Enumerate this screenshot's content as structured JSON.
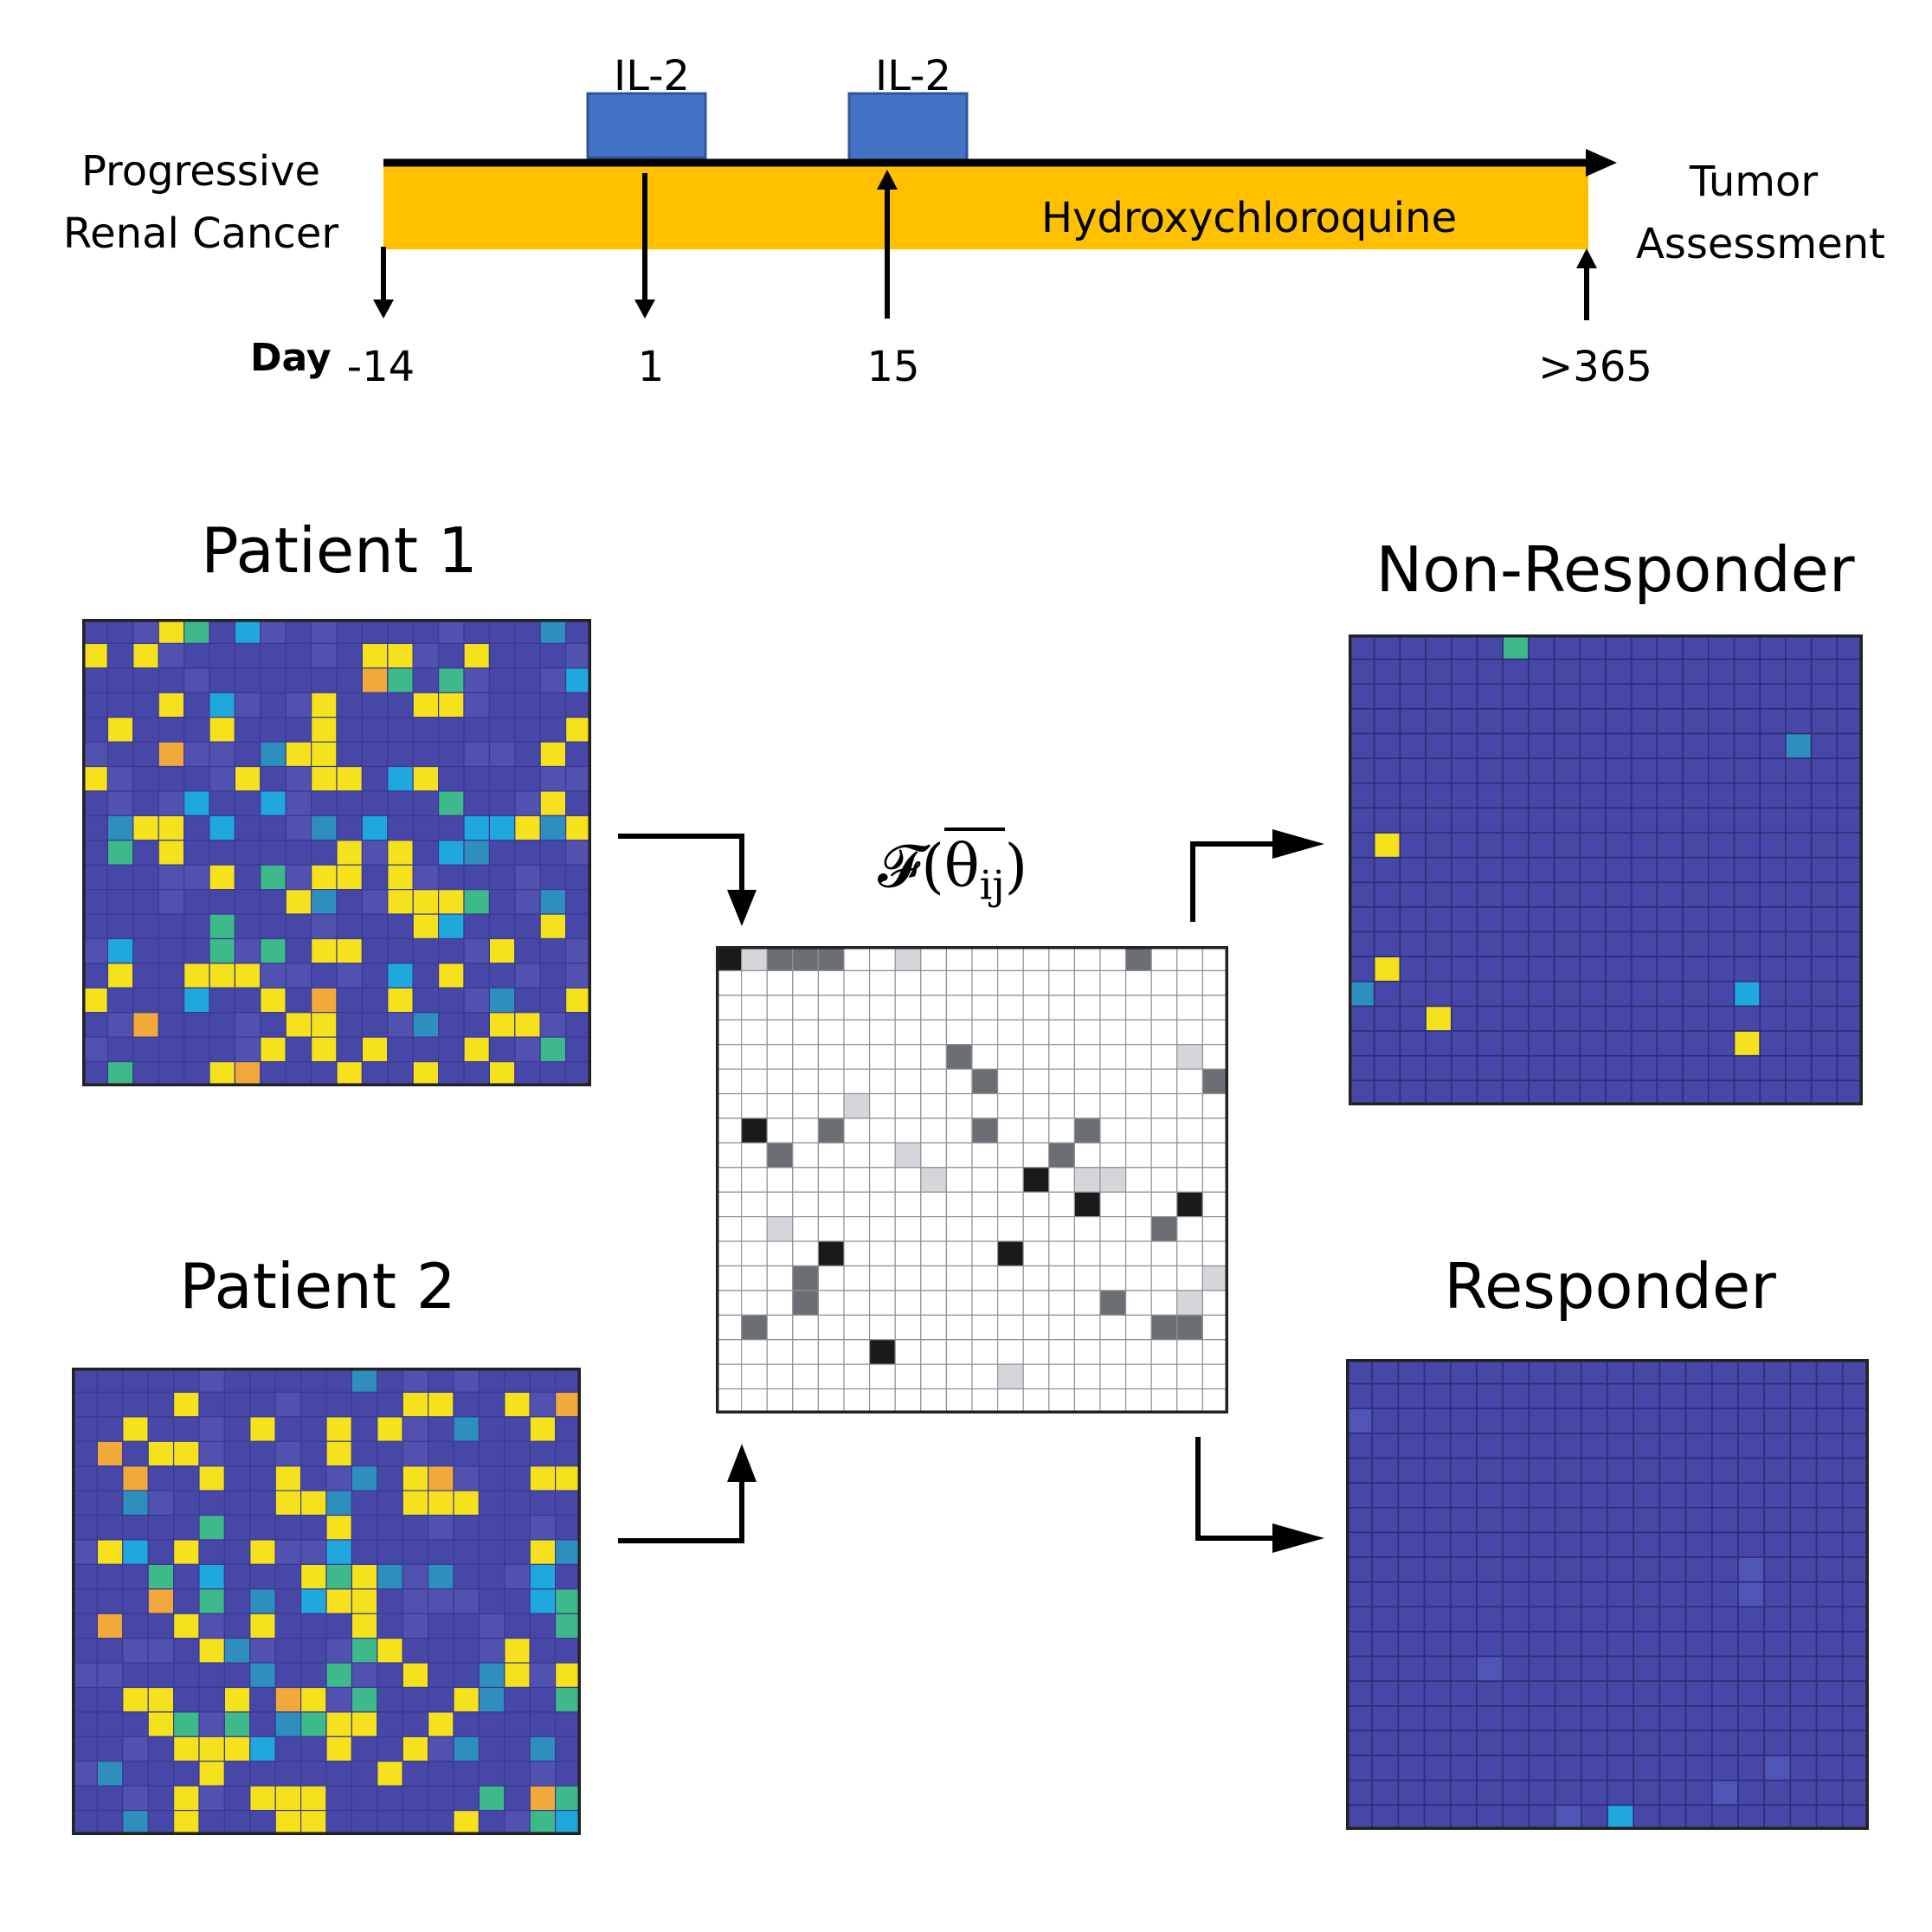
{
  "timeline": {
    "left_label_line1": "Progressive",
    "left_label_line2": "Renal Cancer",
    "right_label_line1": "Tumor",
    "right_label_line2": "Assessment",
    "bar_label": "Hydroxychloroquine",
    "dose_label_1": "IL-2",
    "dose_label_2": "IL-2",
    "day_label": "Day",
    "days": [
      "-14",
      "1",
      "15",
      ">365"
    ],
    "colors": {
      "bar": "#ffc000",
      "dose": "#4472c4"
    }
  },
  "patients": {
    "patient1": "Patient 1",
    "patient2": "Patient 2"
  },
  "outcomes": {
    "nonresponder": "Non-Responder",
    "responder": "Responder"
  },
  "center": {
    "formula_prefix": "𝓕",
    "formula_symbol": "θ",
    "formula_sub": "ij"
  },
  "colors": {
    "base": "#4747a8",
    "yellow": "#f5e21c",
    "cyan": "#1fa8de",
    "green": "#3db98a",
    "teal": "#2e8fbf",
    "orange": "#f2a93b",
    "gray": "#6b6f73"
  }
}
